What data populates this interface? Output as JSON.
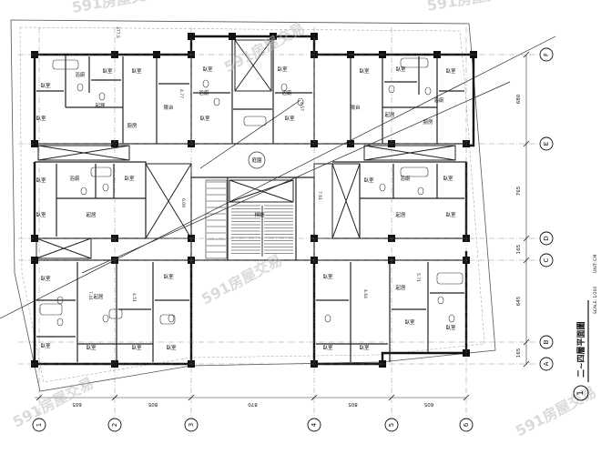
{
  "title_block": {
    "title": "二~四層平面圖",
    "scale": "SCALE: 1/200",
    "units": "UNIT: CM",
    "number": "1"
  },
  "watermark": {
    "text": "591房屋交易"
  },
  "grid_columns": [
    {
      "id": "1"
    },
    {
      "id": "2"
    },
    {
      "id": "3"
    },
    {
      "id": "4"
    },
    {
      "id": "5"
    },
    {
      "id": "6"
    }
  ],
  "grid_rows": [
    {
      "id": "F"
    },
    {
      "id": "E"
    },
    {
      "id": "D"
    },
    {
      "id": "C"
    },
    {
      "id": "B"
    },
    {
      "id": "A"
    }
  ],
  "col_dimensions": [
    "605",
    "805",
    "870",
    "805",
    "605"
  ],
  "row_dimensions": [
    "680",
    "765",
    "165",
    "645",
    "165"
  ],
  "room_labels": {
    "bed": "臥室",
    "living": "起居",
    "bath": "浴廁",
    "kitchen": "廚房",
    "balcony": "陽台",
    "hall": "梯廳",
    "garden": "庭園"
  }
}
